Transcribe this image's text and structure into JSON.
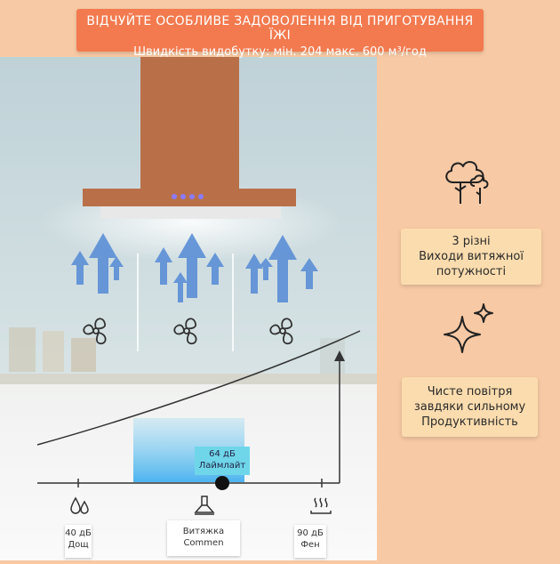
{
  "banner": {
    "title": "ВІДЧУЙТЕ ОСОБЛИВЕ ЗАДОВОЛЕННЯ ВІД ПРИГОТУВАННЯ ЇЖІ",
    "subtitle": "Швидкість видобутку: мін. 204 макс. 600 м³/год"
  },
  "features": [
    {
      "icon": "tree-icon",
      "lines": [
        "3 різні",
        "Виходи витяжної",
        "потужності"
      ]
    },
    {
      "icon": "sparkle-icon",
      "lines": [
        "Чисте повітря",
        "завдяки сильному",
        "Продуктивність"
      ]
    }
  ],
  "sound_scale": {
    "marker": {
      "line1": "64 дБ",
      "line2": "Лаймлайт"
    },
    "levels": [
      {
        "icon": "raindrops-icon",
        "line1": "40 дБ",
        "line2": "Дощ"
      },
      {
        "icon": "range-hood-icon",
        "line1": "Витяжка",
        "line2": "Commen"
      },
      {
        "icon": "steam-icon",
        "line1": "90 дБ",
        "line2": "Фен"
      }
    ]
  },
  "colors": {
    "banner": "#f37a4f",
    "panel": "#f7c9a4",
    "card": "#fbdcae",
    "hood": "#b97049",
    "airflow": "#5b8fd6"
  }
}
